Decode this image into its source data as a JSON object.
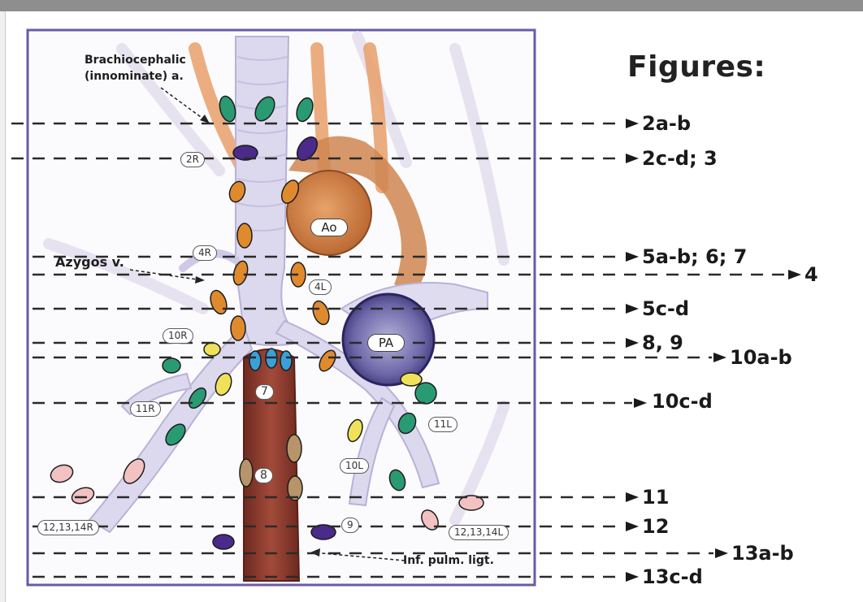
{
  "header": {
    "title": "Figures:"
  },
  "references": [
    "2a-b",
    "2c-d; 3",
    "5a-b; 6; 7",
    "4",
    "5c-d",
    "8, 9",
    "10a-b",
    "10c-d",
    "11",
    "12",
    "13a-b",
    "13c-d"
  ],
  "annotations": {
    "brachiocephalic_line1": "Brachiocephalic",
    "brachiocephalic_line2": "(innominate) a.",
    "azygos": "Azygos v.",
    "inf_pulm": "Inf. pulm. ligt."
  },
  "vessels": {
    "aorta": "Ao",
    "pulmonary_artery": "PA"
  },
  "stations": [
    "2R",
    "4R",
    "4L",
    "10R",
    "7",
    "11R",
    "11L",
    "10L",
    "8",
    "9",
    "12,13,14R",
    "12,13,14L"
  ],
  "colors": {
    "frame": "#6a5aa8",
    "aorta": "#d48a4e",
    "airway": "#dcd8ee",
    "esophagus": "#8e3a2e",
    "green_node": "#2a9a72",
    "orange_node": "#e08a2e",
    "purple_node": "#4a2a8a",
    "yellow_node": "#efe25a",
    "blue_node": "#3aa0d8",
    "tan_node": "#b8946a",
    "pink_node": "#f2c2c2"
  }
}
